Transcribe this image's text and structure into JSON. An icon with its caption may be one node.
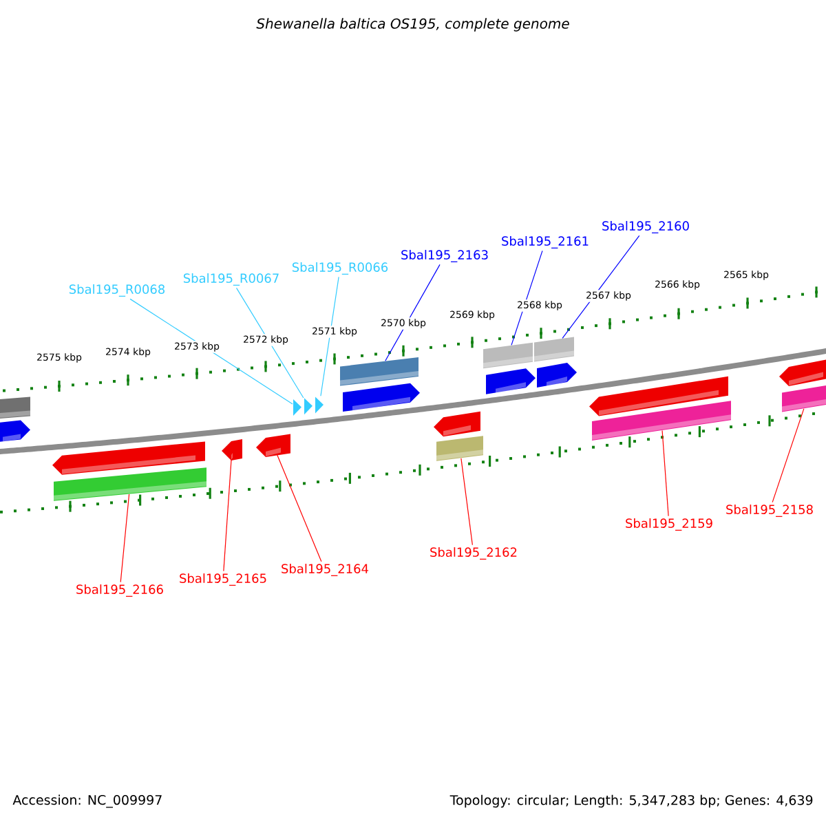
{
  "diagram": {
    "title": "Shewanella baltica OS195, complete genome",
    "nodes": [
      {
        "text": [
          "Sbal195_R0068"
        ]
      },
      {
        "text": [
          "Sbal195_R0067"
        ]
      },
      {
        "text": [
          "Sbal195_R0066"
        ]
      },
      {
        "text": [
          "Sbal195_2163"
        ]
      },
      {
        "text": [
          "Sbal195_2161"
        ]
      },
      {
        "text": [
          "Sbal195_2160"
        ]
      },
      {
        "text": [
          "Sbal195_2166"
        ]
      },
      {
        "text": [
          "Sbal195_2165"
        ]
      },
      {
        "text": [
          "Sbal195_2164"
        ]
      },
      {
        "text": [
          "Sbal195_2162"
        ]
      },
      {
        "text": [
          "Sbal195_2159"
        ]
      },
      {
        "text": [
          "Sbal195_2158"
        ]
      },
      {
        "text": [],
        "shape": "bar"
      },
      {
        "text": [],
        "shape": "arrow"
      },
      {
        "text": [],
        "shape": "arrow"
      },
      {
        "text": [],
        "shape": "bar"
      },
      {
        "text": [],
        "shape": "arrow"
      },
      {
        "text": [],
        "shape": "arrow"
      },
      {
        "text": [],
        "shape": "triangle"
      },
      {
        "text": [],
        "shape": "triangle"
      },
      {
        "text": [],
        "shape": "triangle"
      },
      {
        "text": [],
        "shape": "bar"
      },
      {
        "text": [],
        "shape": "arrow"
      },
      {
        "text": [],
        "shape": "arrow"
      },
      {
        "text": [],
        "shape": "bar"
      },
      {
        "text": [],
        "shape": "bar"
      },
      {
        "text": [],
        "shape": "arrow"
      },
      {
        "text": [],
        "shape": "bar"
      },
      {
        "text": [],
        "shape": "arrow"
      },
      {
        "text": [],
        "shape": "arrow"
      },
      {
        "text": [],
        "shape": "bar"
      },
      {
        "text": [],
        "shape": "arrow"
      },
      {
        "text": [],
        "shape": "bar"
      }
    ],
    "edges": [
      {
        "from": 0,
        "to": 18,
        "arrow": "none",
        "color": "#33ccff"
      },
      {
        "from": 1,
        "to": 19,
        "arrow": "none",
        "color": "#33ccff"
      },
      {
        "from": 2,
        "to": 20,
        "arrow": "none",
        "color": "#33ccff"
      },
      {
        "from": 3,
        "to": 21,
        "arrow": "none",
        "color": "#0000ff"
      },
      {
        "from": 4,
        "to": 25,
        "arrow": "none",
        "color": "#0000ff"
      },
      {
        "from": 5,
        "to": 27,
        "arrow": "none",
        "color": "#0000ff"
      },
      {
        "from": 6,
        "to": 15,
        "arrow": "none"
      },
      {
        "from": 7,
        "to": 16,
        "arrow": "none"
      },
      {
        "from": 8,
        "to": 17,
        "arrow": "none"
      },
      {
        "from": 9,
        "to": 24,
        "arrow": "none"
      },
      {
        "from": 10,
        "to": 30,
        "arrow": "none"
      },
      {
        "from": 11,
        "to": 32,
        "arrow": "none"
      }
    ],
    "labels": [
      "2575 kbp",
      "2574 kbp",
      "2573 kbp",
      "2572 kbp",
      "2571 kbp",
      "2570 kbp",
      "2569 kbp",
      "2568 kbp",
      "2567 kbp",
      "2566 kbp",
      "2565 kbp",
      "Accession: NC_009997",
      "Topology: circular; Length: 5,347,283 bp; Genes: 4,639"
    ]
  }
}
